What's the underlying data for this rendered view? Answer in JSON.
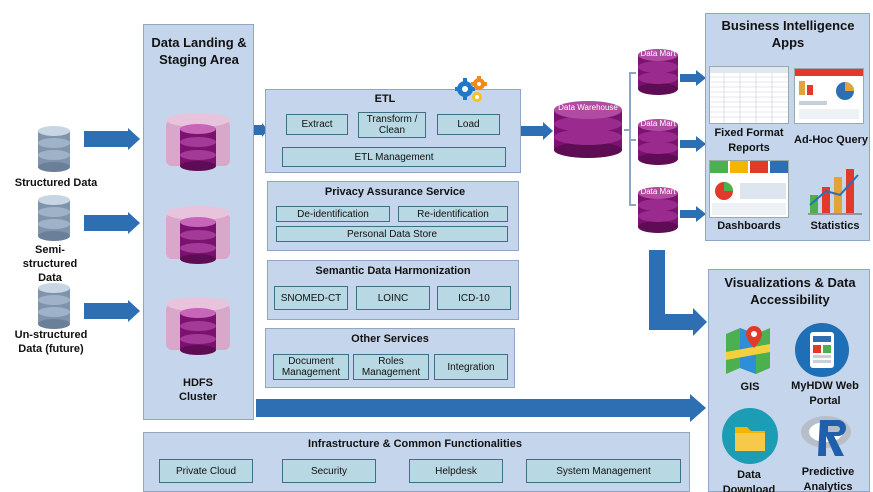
{
  "sources": {
    "structured": "Structured Data",
    "semi": "Semi-structured Data",
    "unstructured": "Un-structured Data (future)"
  },
  "landing": {
    "title": "Data Landing & Staging Area",
    "cluster": "HDFS Cluster"
  },
  "etl": {
    "title": "ETL",
    "extract": "Extract",
    "transform": "Transform / Clean",
    "load": "Load",
    "management": "ETL Management"
  },
  "privacy": {
    "title": "Privacy Assurance Service",
    "deid": "De-identification",
    "reid": "Re-identification",
    "store": "Personal Data Store"
  },
  "semantic": {
    "title": "Semantic Data Harmonization",
    "snomed": "SNOMED-CT",
    "loinc": "LOINC",
    "icd": "ICD-10"
  },
  "other": {
    "title": "Other Services",
    "docmgmt": "Document Management",
    "roles": "Roles Management",
    "integration": "Integration"
  },
  "warehouse": {
    "label": "Data Warehouse"
  },
  "marts": {
    "label": "Data Mart"
  },
  "bi": {
    "title": "Business Intelligence Apps",
    "fixed": "Fixed Format Reports",
    "adhoc": "Ad-Hoc Query",
    "dashboards": "Dashboards",
    "statistics": "Statistics"
  },
  "viz": {
    "title": "Visualizations & Data Accessibility",
    "gis": "GIS",
    "portal": "MyHDW Web Portal",
    "download": "Data Download",
    "predictive": "Predictive Analytics"
  },
  "infra": {
    "title": "Infrastructure & Common Functionalities",
    "cloud": "Private Cloud",
    "security": "Security",
    "helpdesk": "Helpdesk",
    "sysmgmt": "System Management"
  },
  "colors": {
    "panel": "#c5d6ec",
    "box": "#b8d8e3",
    "arrow": "#2e6fb4",
    "db_purple": "#7b1270",
    "db_gray": "#8a9fb6"
  }
}
